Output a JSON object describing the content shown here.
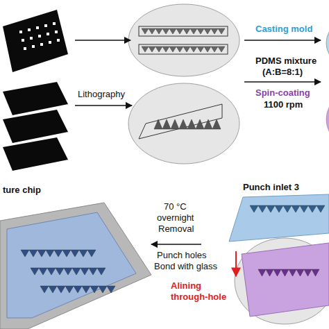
{
  "diagram": {
    "labels": [
      "Lithography",
      "Casting mold",
      "PDMS mixture",
      "(A:B=8:1)",
      "Spin-coating",
      "1100 rpm",
      "ture chip",
      "Punch inlet 3",
      "70 °C",
      "overnight",
      "Removal",
      "Punch holes",
      "Bond with glass",
      "Alining through-hole"
    ]
  }
}
